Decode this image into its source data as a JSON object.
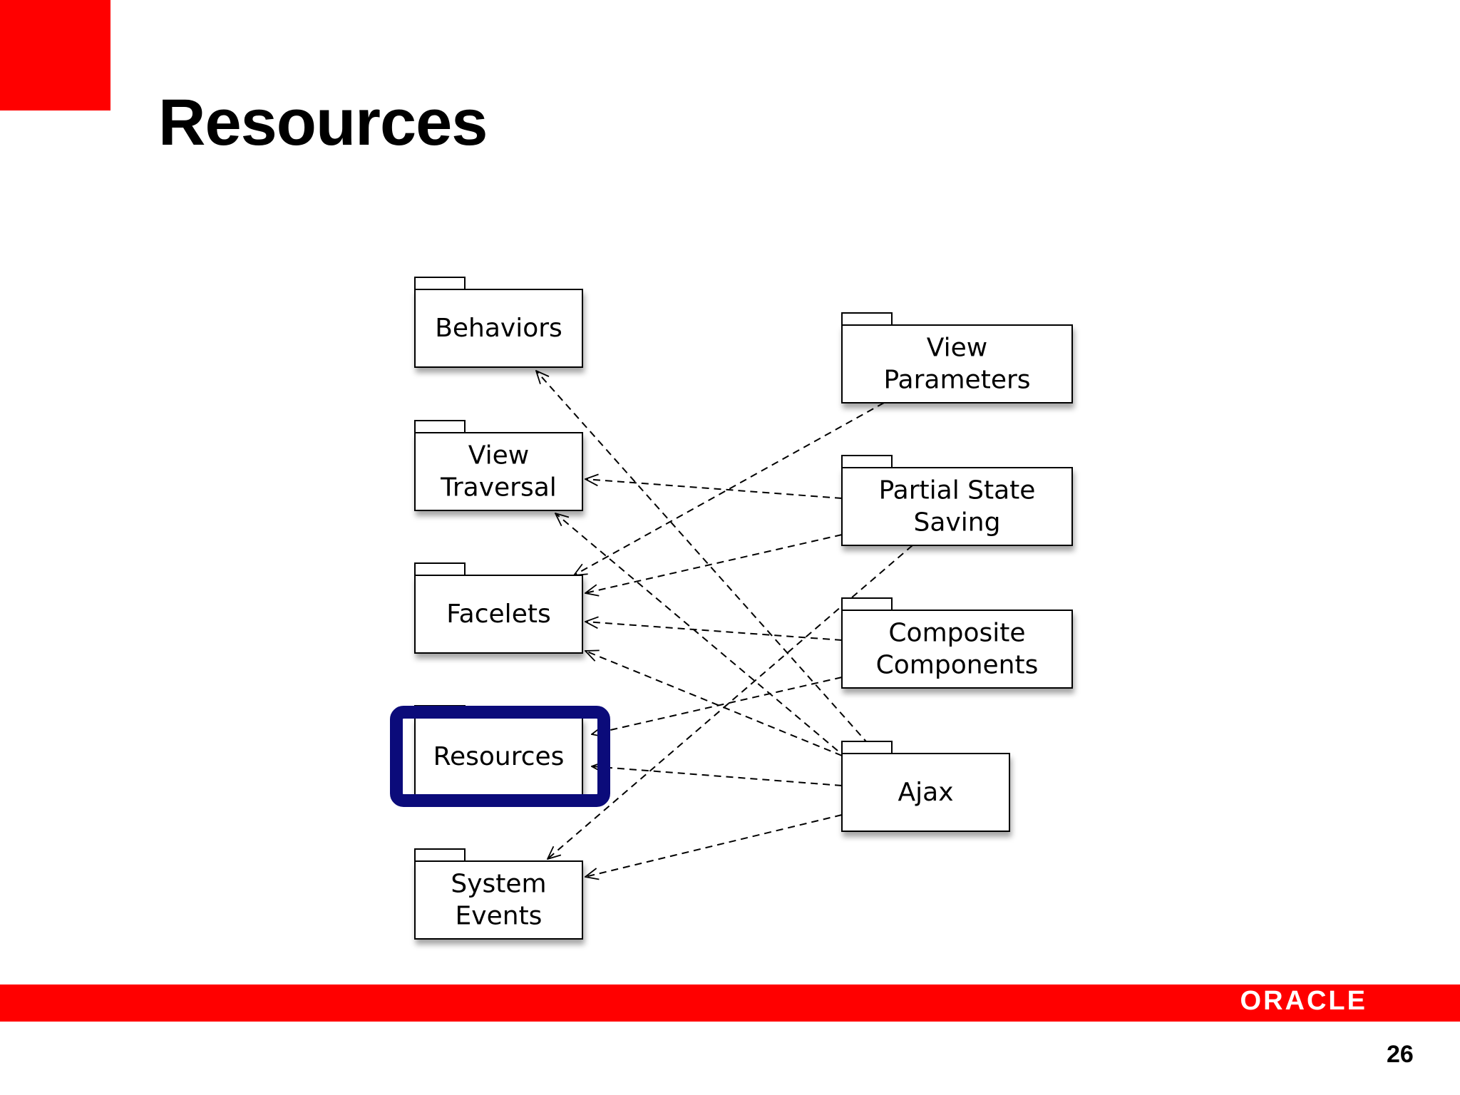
{
  "slide": {
    "title": "Resources",
    "page_number": "26",
    "logo_text": "ORACLE",
    "colors": {
      "accent_red": "#ff0000",
      "highlight_navy": "#0b0b7a"
    }
  },
  "diagram": {
    "highlighted": "resources",
    "packages": [
      {
        "id": "behaviors",
        "lines": [
          "Behaviors"
        ]
      },
      {
        "id": "view-traversal",
        "lines": [
          "View",
          "Traversal"
        ]
      },
      {
        "id": "facelets",
        "lines": [
          "Facelets"
        ]
      },
      {
        "id": "resources",
        "lines": [
          "Resources"
        ]
      },
      {
        "id": "system-events",
        "lines": [
          "System",
          "Events"
        ]
      },
      {
        "id": "view-parameters",
        "lines": [
          "View",
          "Parameters"
        ]
      },
      {
        "id": "partial-state-saving",
        "lines": [
          "Partial State",
          "Saving"
        ]
      },
      {
        "id": "composite-components",
        "lines": [
          "Composite",
          "Components"
        ]
      },
      {
        "id": "ajax",
        "lines": [
          "Ajax"
        ]
      }
    ],
    "dependencies": [
      {
        "from": "ajax",
        "to": "behaviors"
      },
      {
        "from": "partial-state-saving",
        "to": "view-traversal"
      },
      {
        "from": "ajax",
        "to": "view-traversal"
      },
      {
        "from": "view-parameters",
        "to": "facelets"
      },
      {
        "from": "partial-state-saving",
        "to": "facelets"
      },
      {
        "from": "composite-components",
        "to": "facelets"
      },
      {
        "from": "ajax",
        "to": "facelets"
      },
      {
        "from": "composite-components",
        "to": "resources"
      },
      {
        "from": "ajax",
        "to": "resources"
      },
      {
        "from": "partial-state-saving",
        "to": "system-events"
      },
      {
        "from": "ajax",
        "to": "system-events"
      }
    ]
  }
}
